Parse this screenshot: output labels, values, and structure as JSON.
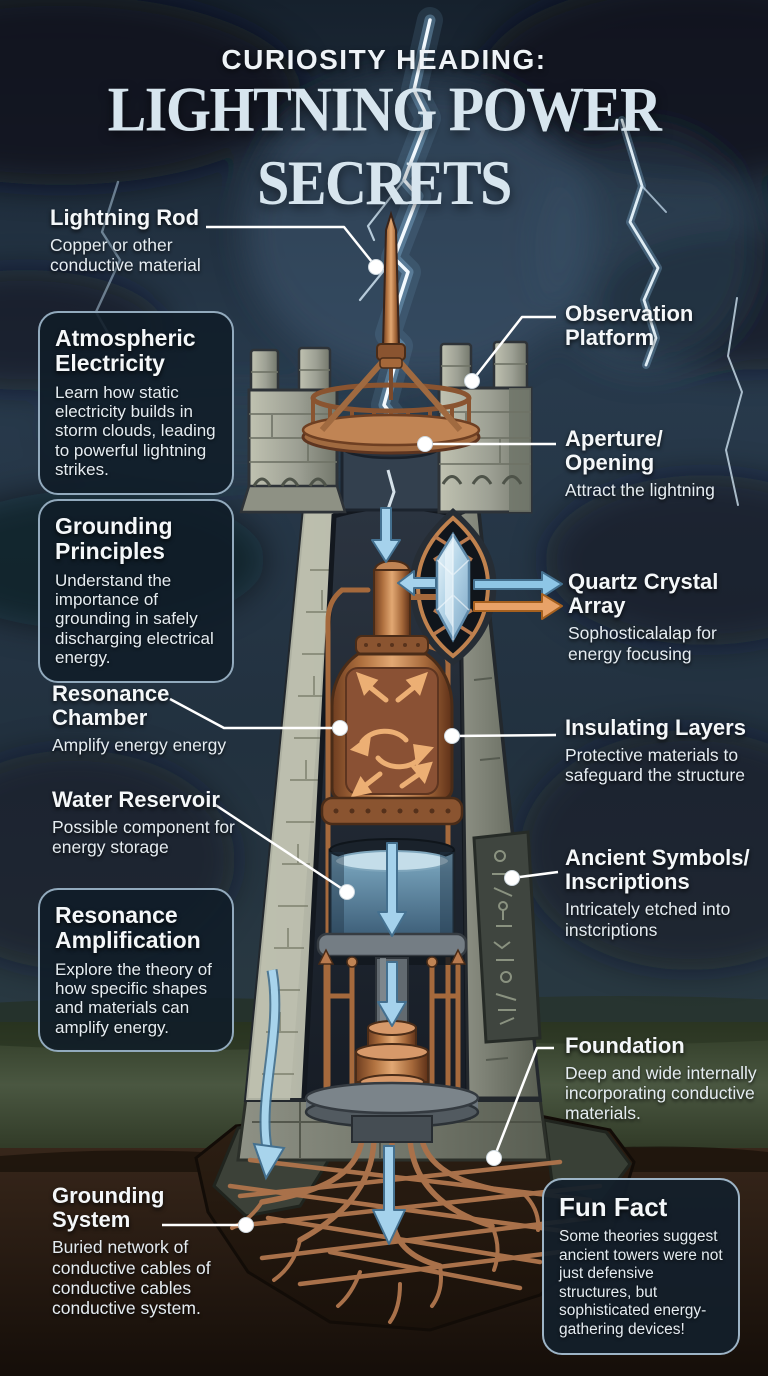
{
  "title": {
    "kicker": "CURIOSITY HEADING:",
    "main": "LIGHTNING POWER SECRETS"
  },
  "callouts": {
    "lightning_rod": {
      "title": "Lightning Rod",
      "body": "Copper or other conductive material"
    },
    "observation_platform": {
      "title": "Observation Platform",
      "body": ""
    },
    "aperture_opening": {
      "title": "Aperture/ Opening",
      "body": "Attract the lightning"
    },
    "quartz_crystal_array": {
      "title": "Quartz Crystal Array",
      "body": "Sophosticalalap for energy focusing"
    },
    "resonance_chamber": {
      "title": "Resonance Chamber",
      "body": "Amplify energy energy"
    },
    "insulating_layers": {
      "title": "Insulating Layers",
      "body": "Protective materials to safeguard the structure"
    },
    "water_reservoir": {
      "title": "Water Reservoir",
      "body": "Possible component for energy storage"
    },
    "ancient_symbols": {
      "title": "Ancient Symbols/ Inscriptions",
      "body": "Intricately etched into instcriptions"
    },
    "foundation": {
      "title": "Foundation",
      "body": "Deep and wide internally incorporating conductive materials."
    },
    "grounding_system": {
      "title": "Grounding System",
      "body": "Buried network of conductive cables of conductive cables conductive system."
    }
  },
  "info_boxes": {
    "atmospheric_electricity": {
      "title": "Atmospheric Electricity",
      "body": "Learn how static electricity builds in storm clouds, leading to powerful lightning strikes."
    },
    "grounding_principles": {
      "title": "Grounding Principles",
      "body": "Understand the importance of grounding in safely discharging electrical energy."
    },
    "resonance_amplification": {
      "title": "Resonance Amplification",
      "body": "Explore the theory of how specific shapes and materials can amplify energy."
    },
    "fun_fact": {
      "title": "Fun Fact",
      "body": "Some theories suggest ancient towers were not just defensive structures, but sophisticated energy-gathering devices!"
    }
  },
  "colors": {
    "energy_flow_blue": "#a5d2ec",
    "energy_flow_orange": "#e8a268",
    "copper": "#b97a4e",
    "leader_line": "#ffffff",
    "box_border": "#92aabd",
    "title_color": "#d7e5ee"
  }
}
